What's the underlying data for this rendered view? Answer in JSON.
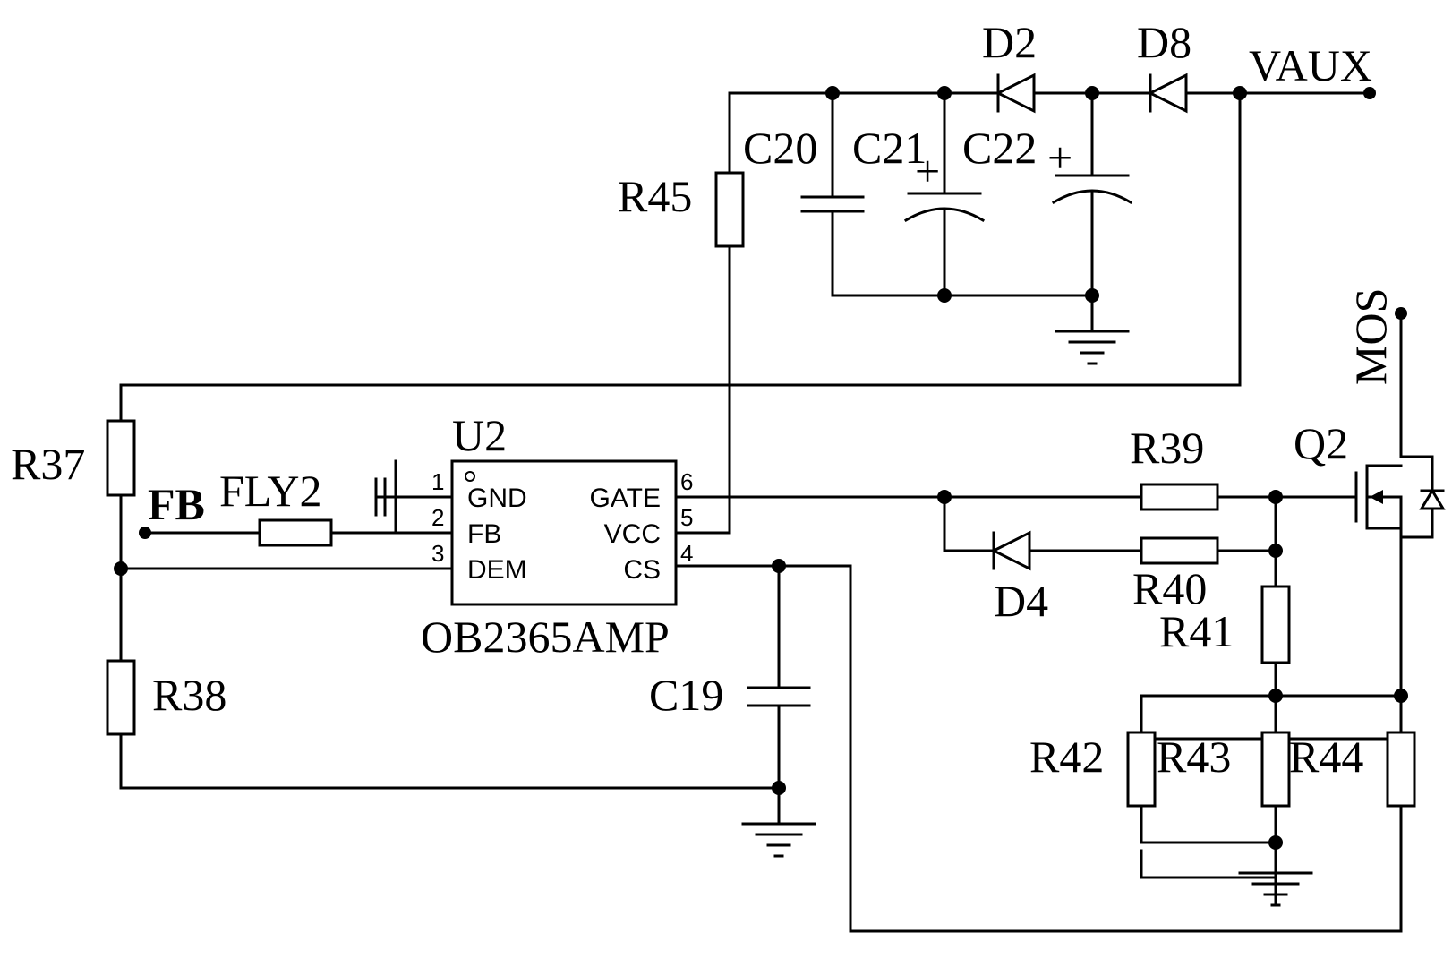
{
  "chip": {
    "ref": "U2",
    "part": "OB2365AMP",
    "pins": {
      "p1": {
        "num": "1",
        "name": "GND"
      },
      "p2": {
        "num": "2",
        "name": "FB"
      },
      "p3": {
        "num": "3",
        "name": "DEM"
      },
      "p4": {
        "num": "4",
        "name": "CS"
      },
      "p5": {
        "num": "5",
        "name": "VCC"
      },
      "p6": {
        "num": "6",
        "name": "GATE"
      }
    }
  },
  "nets": {
    "vaux": "VAUX",
    "mos": "MOS",
    "fb": "FB"
  },
  "components": {
    "d2": "D2",
    "d8": "D8",
    "d4": "D4",
    "c19": "C19",
    "c20": "C20",
    "c21": "C21",
    "c22": "C22",
    "r37": "R37",
    "r38": "R38",
    "r39": "R39",
    "r40": "R40",
    "r41": "R41",
    "r42": "R42",
    "r43": "R43",
    "r44": "R44",
    "r45": "R45",
    "fly2": "FLY2",
    "q2": "Q2"
  },
  "polarity": {
    "plus": "+"
  }
}
